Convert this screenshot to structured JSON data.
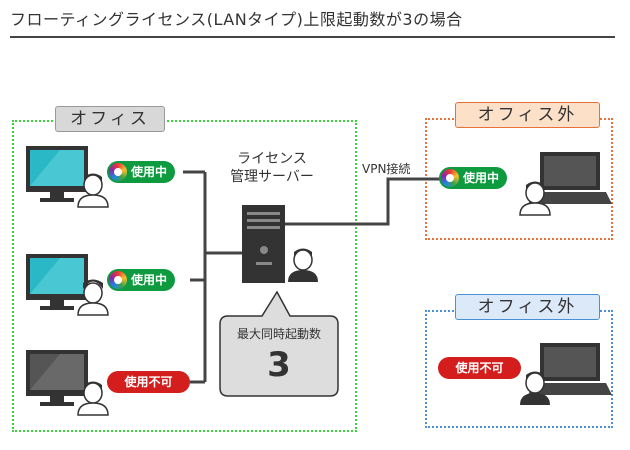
{
  "title": "フローティングライセンス(LANタイプ)上限起動数が3の場合",
  "zones": {
    "office": "オフィス",
    "outside_1": "オフィス外",
    "outside_2": "オフィス外"
  },
  "server": {
    "label_line1": "ライセンス",
    "label_line2": "管理サーバー"
  },
  "vpn_label": "VPN接続",
  "status": {
    "in_use": "使用中",
    "not_allowed": "使用不可"
  },
  "max_startups": {
    "label": "最大同時起動数",
    "value": "3"
  },
  "colors": {
    "in_use_green": "#0e9a3e",
    "not_allowed_red": "#d41e1e",
    "office_zone": "#3cd23c",
    "outside_zone_1": "#e8703a",
    "outside_zone_2": "#4a90d9"
  }
}
